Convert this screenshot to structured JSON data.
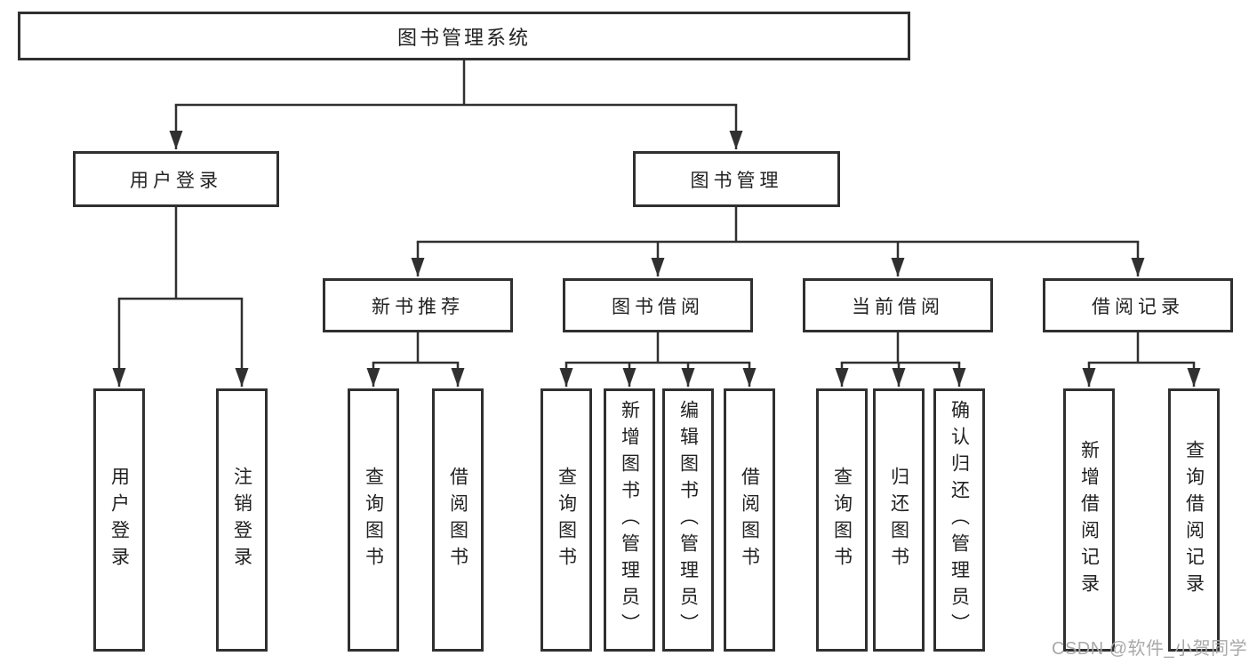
{
  "diagram": {
    "root": {
      "label": "图书管理系统"
    },
    "level1": [
      {
        "label": "用户登录",
        "parent": "图书管理系统"
      },
      {
        "label": "图书管理",
        "parent": "图书管理系统"
      }
    ],
    "level2": [
      {
        "label": "新书推荐",
        "parent": "图书管理"
      },
      {
        "label": "图书借阅",
        "parent": "图书管理"
      },
      {
        "label": "当前借阅",
        "parent": "图书管理"
      },
      {
        "label": "借阅记录",
        "parent": "图书管理"
      }
    ],
    "leaves": [
      {
        "label": "用户登录",
        "parent": "用户登录"
      },
      {
        "label": "注销登录",
        "parent": "用户登录"
      },
      {
        "label": "查询图书",
        "parent": "新书推荐"
      },
      {
        "label": "借阅图书",
        "parent": "新书推荐"
      },
      {
        "label": "查询图书",
        "parent": "图书借阅"
      },
      {
        "label": "新增图书（管理员）",
        "parent": "图书借阅"
      },
      {
        "label": "编辑图书（管理员）",
        "parent": "图书借阅"
      },
      {
        "label": "借阅图书",
        "parent": "图书借阅"
      },
      {
        "label": "查询图书",
        "parent": "当前借阅"
      },
      {
        "label": "归还图书",
        "parent": "当前借阅"
      },
      {
        "label": "确认归还（管理员）",
        "parent": "当前借阅"
      },
      {
        "label": "新增借阅记录",
        "parent": "借阅记录"
      },
      {
        "label": "查询借阅记录",
        "parent": "借阅记录"
      }
    ]
  },
  "watermark": {
    "text": "CSDN @软件_小贺同学"
  },
  "colors": {
    "line": "#303030",
    "node_border": "#303030",
    "text": "#222222",
    "watermark": "#a9a9a9",
    "background": "#ffffff"
  }
}
